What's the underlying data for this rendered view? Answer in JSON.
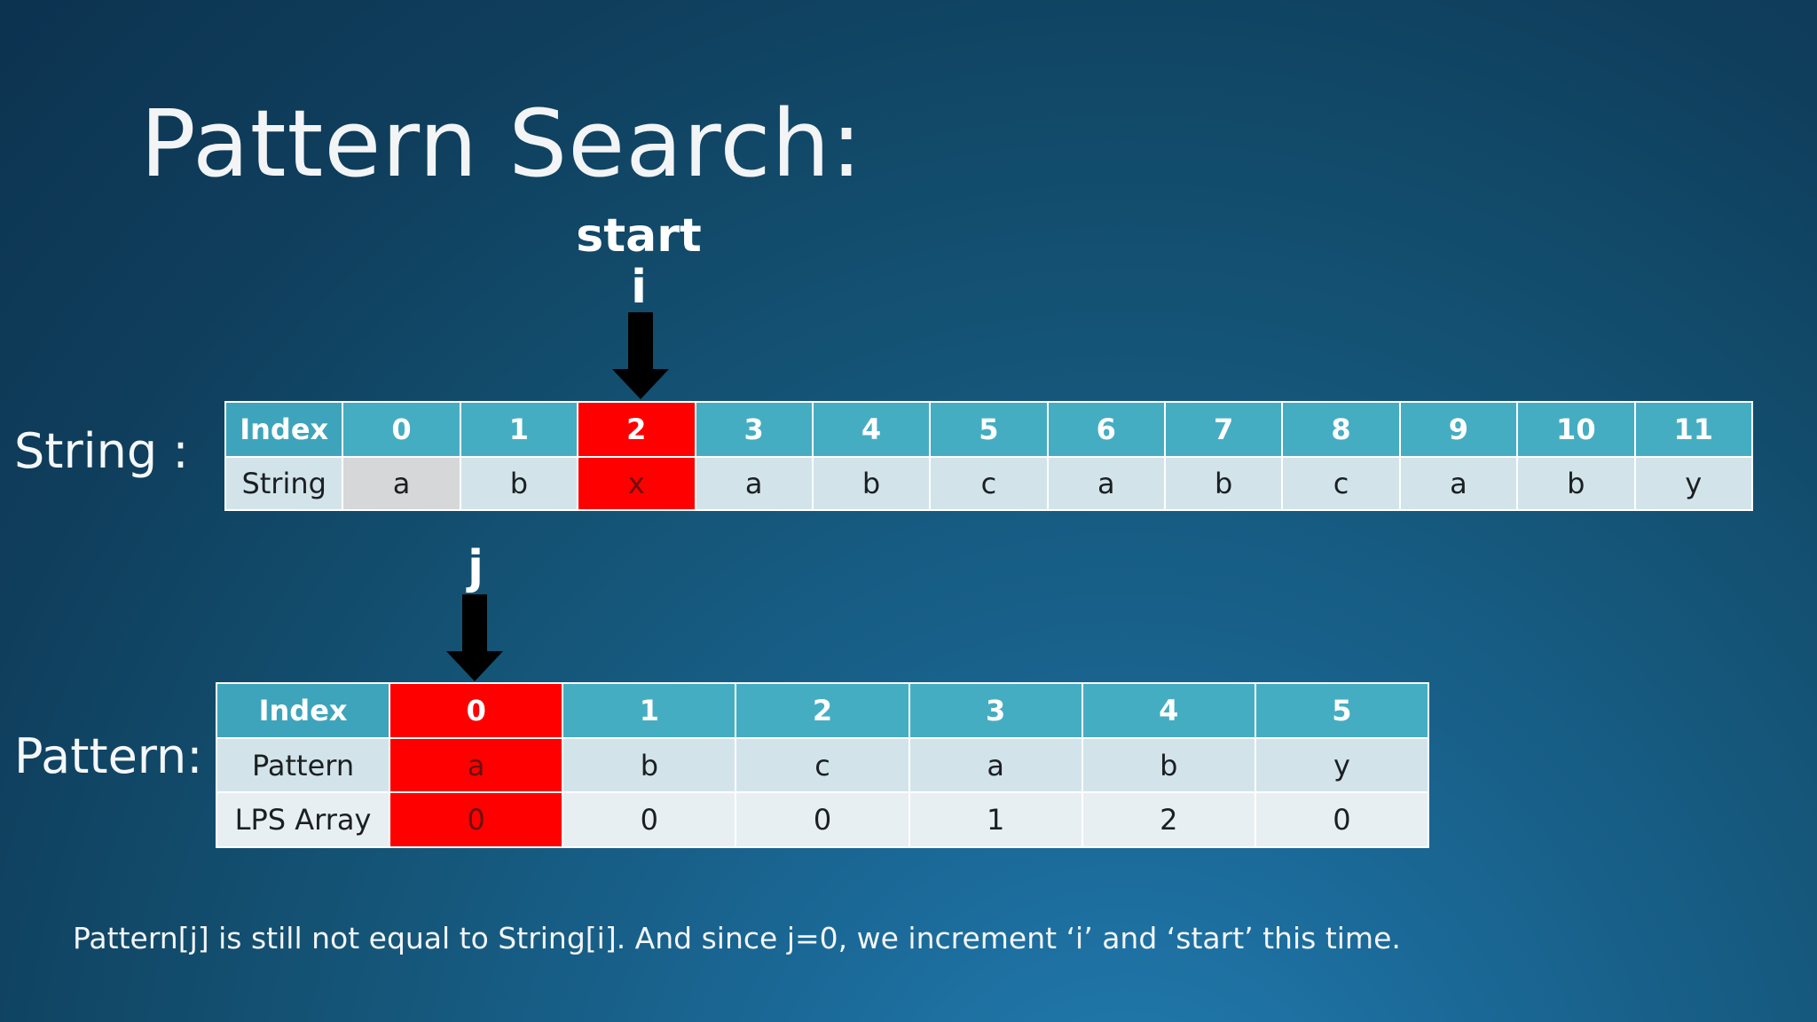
{
  "title": "Pattern Search:",
  "string_row_label": "String :",
  "pattern_row_label": "Pattern:",
  "pointer_start": {
    "label": "start",
    "index_name": "i"
  },
  "pointer_j": {
    "index_name": "j"
  },
  "string_table": {
    "row_headers": [
      "Index",
      "String"
    ],
    "indices": [
      "0",
      "1",
      "2",
      "3",
      "4",
      "5",
      "6",
      "7",
      "8",
      "9",
      "10",
      "11"
    ],
    "chars": [
      "a",
      "b",
      "x",
      "a",
      "b",
      "c",
      "a",
      "b",
      "c",
      "a",
      "b",
      "y"
    ],
    "highlighted_index": 2,
    "grayed_index": 0
  },
  "pattern_table": {
    "row_headers": [
      "Index",
      "Pattern",
      "LPS Array"
    ],
    "indices": [
      "0",
      "1",
      "2",
      "3",
      "4",
      "5"
    ],
    "chars": [
      "a",
      "b",
      "c",
      "a",
      "b",
      "y"
    ],
    "lps": [
      "0",
      "0",
      "0",
      "1",
      "2",
      "0"
    ],
    "highlighted_index": 0
  },
  "caption": "Pattern[j] is still not equal to String[i]. And since j=0, we increment ‘i’ and ‘start’ this time.",
  "colors": {
    "header_cell": "#45adc2",
    "highlight": "#ff0000",
    "light_cell": "#d2e4ea",
    "lighter_cell": "#e8eff2",
    "grayed_cell": "#d6d7d8"
  }
}
